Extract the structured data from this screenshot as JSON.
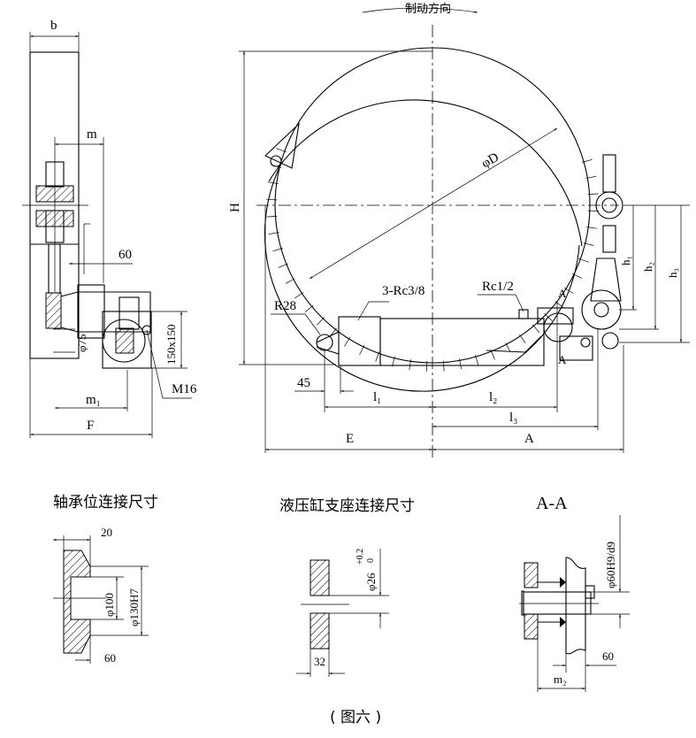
{
  "figure_caption": "( 图六 )",
  "main_view": {
    "direction_label": "制动方向",
    "dims": {
      "H": "H",
      "D": "φD",
      "h1": "h₁",
      "h2": "h₂",
      "h3": "h₃",
      "ports": "3-Rc3/8",
      "port2": "Rc1/2",
      "radius": "R28",
      "offset": "45",
      "l1": "l₁",
      "l2": "l₂",
      "l3": "l₃",
      "E": "E",
      "A": "A",
      "section_mark": "A"
    }
  },
  "side_view": {
    "dims": {
      "b": "b",
      "m": "m",
      "d60": "60",
      "phi75": "φ75",
      "square": "150x150",
      "bolt": "M16",
      "m1": "m₁",
      "F": "F"
    }
  },
  "detail_bearing": {
    "title": "轴承位连接尺寸",
    "dims": {
      "d20": "20",
      "phi100": "φ100",
      "phi130": "φ130H7",
      "d60": "60"
    }
  },
  "detail_cylinder": {
    "title": "液压缸支座连接尺寸",
    "dims": {
      "phi26": "φ26",
      "tol_upper": "+0.2",
      "tol_lower": "0",
      "d32": "32"
    }
  },
  "detail_section": {
    "title": "A-A",
    "dims": {
      "fit": "φ60H9/d9",
      "d60": "60",
      "m2": "m₂"
    }
  }
}
